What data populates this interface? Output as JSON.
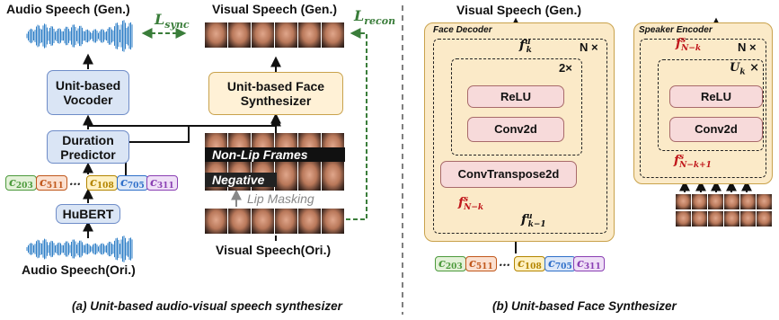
{
  "panel_a": {
    "audio_gen_label": "Audio Speech (Gen.)",
    "visual_gen_label": "Visual Speech (Gen.)",
    "l_sync": {
      "base": "L",
      "sub": "sync"
    },
    "l_recon": {
      "base": "L",
      "sub": "recon"
    },
    "vocoder_label": "Unit-based Vocoder",
    "synth_label": "Unit-based Face Synthesizer",
    "duration_label": "Duration Predictor",
    "nonlip_label": "Non-Lip Frames",
    "negative_label": "Negative",
    "lip_masking_label": "Lip Masking",
    "hubert_label": "HuBERT",
    "audio_ori_label": "Audio Speech(Ori.)",
    "visual_ori_label": "Visual Speech(Ori.)",
    "units": [
      {
        "base": "c",
        "sub": "203",
        "color": "#4c9a3c",
        "bg": "#e3f1d8"
      },
      {
        "base": "c",
        "sub": "511",
        "color": "#c0571b",
        "bg": "#fbe0d0"
      },
      {
        "base": "…",
        "sub": "",
        "color": "#222222",
        "bg": "#ffffff"
      },
      {
        "base": "c",
        "sub": "108",
        "color": "#b38500",
        "bg": "#fff1c2"
      },
      {
        "base": "c",
        "sub": "705",
        "color": "#2f6fc9",
        "bg": "#dde8f8"
      },
      {
        "base": "c",
        "sub": "311",
        "color": "#8a3fb3",
        "bg": "#efdff7"
      }
    ],
    "caption": "(a) Unit-based audio-visual speech synthesizer"
  },
  "panel_b": {
    "visual_gen_label": "Visual Speech (Gen.)",
    "face_decoder_title": "Face Decoder",
    "n_times": "N ×",
    "two_times": "2×",
    "relu_label": "ReLU",
    "conv2d_label": "Conv2d",
    "convtranspose_label": "ConvTranspose2d",
    "f_k_u": {
      "base": "f",
      "sup": "u",
      "sub": "k"
    },
    "f_km1_u": {
      "base": "f",
      "sup": "u",
      "sub": "k−1"
    },
    "f_nk_s": {
      "base": "f",
      "sup": "s",
      "sub": "N−k"
    },
    "speaker_encoder_title": "Speaker Encoder",
    "enc_n_times": "N ×",
    "enc_f_nk_s": {
      "base": "f",
      "sup": "s",
      "sub": "N−k"
    },
    "u_k": {
      "base": "U",
      "sub": "k",
      "suffix": "×"
    },
    "enc_relu_label": "ReLU",
    "enc_conv2d_label": "Conv2d",
    "enc_f_nk1_s": {
      "base": "f",
      "sup": "s",
      "sub": "N−k+1"
    },
    "units": [
      {
        "base": "c",
        "sub": "203",
        "color": "#4c9a3c",
        "bg": "#e3f1d8"
      },
      {
        "base": "c",
        "sub": "511",
        "color": "#c0571b",
        "bg": "#fbe0d0"
      },
      {
        "base": "…",
        "sub": "",
        "color": "#222222",
        "bg": "#ffffff"
      },
      {
        "base": "c",
        "sub": "108",
        "color": "#b38500",
        "bg": "#fff1c2"
      },
      {
        "base": "c",
        "sub": "705",
        "color": "#2f6fc9",
        "bg": "#dde8f8"
      },
      {
        "base": "c",
        "sub": "311",
        "color": "#8a3fb3",
        "bg": "#efdff7"
      }
    ],
    "caption": "(b) Unit-based Face Synthesizer"
  }
}
